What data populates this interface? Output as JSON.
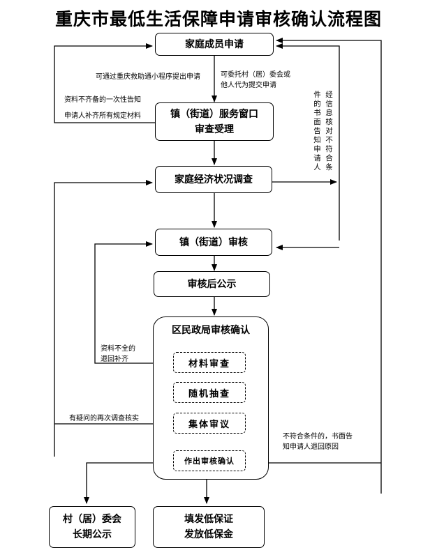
{
  "title": "重庆市最低生活保障申请审核确认流程图",
  "nodes": {
    "apply": "家庭成员申请",
    "window_line1": "镇（街道）服务窗口",
    "window_line2": "审查受理",
    "investigate": "家庭经济状况调查",
    "town_review": "镇（街道）审核",
    "publicize": "审核后公示",
    "district_title": "区民政局审核确认",
    "material_review": "材料审查",
    "random_check": "随机抽查",
    "collective_review": "集体审议",
    "confirm": "作出审核确认",
    "village_line1": "村（居）委会",
    "village_line2": "长期公示",
    "issue_line1": "填发低保证",
    "issue_line2": "发放低保金"
  },
  "notes": {
    "mini_program": "可通过重庆救助通小程序提出申请",
    "entrust_line1": "可委托村（居）委会或",
    "entrust_line2": "他人代为提交申请",
    "incomplete_line1": "资料不齐备的一次性告知",
    "incomplete_line2": "申请人补齐所有规定材料",
    "ineligible_vertical_col1": "经信息核对不符合条",
    "ineligible_vertical_col2": "件的书面告知申请人",
    "return_line1": "资料不全的",
    "return_line2": "退回补齐",
    "doubt": "有疑问的再次调查核实",
    "reject_line1": "不符合条件的，书面告",
    "reject_line2": "知申请人退回原因"
  }
}
